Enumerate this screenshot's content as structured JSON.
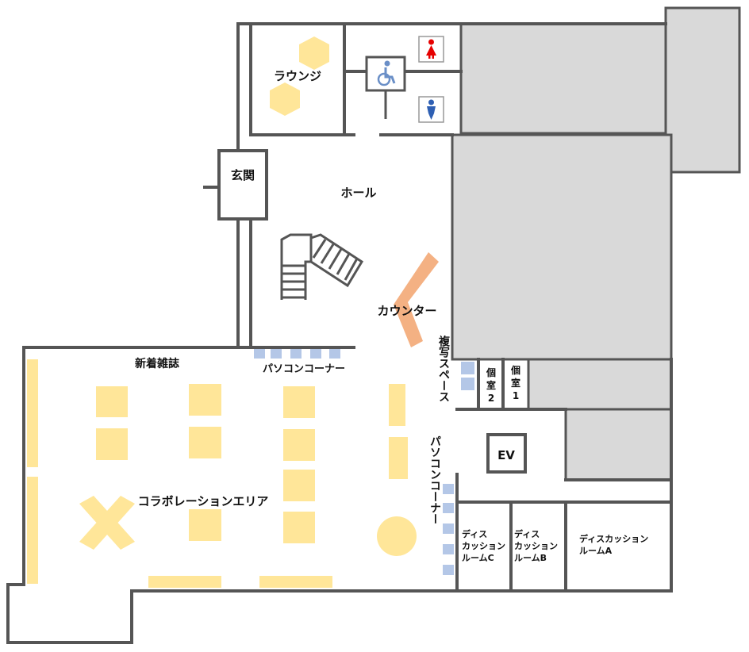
{
  "labels": {
    "lounge": "ラウンジ",
    "entrance": "玄関",
    "hall": "ホール",
    "counter": "カウンター",
    "new_magazines": "新着雑誌",
    "pc_corner_top": "パソコンコーナー",
    "pc_corner_side": "パソコンコーナー",
    "collab_area": "コラボレーションエリア",
    "copy_space": "複写スペース",
    "private_room_2": [
      "個",
      "室",
      "2"
    ],
    "private_room_1": [
      "個",
      "室",
      "1"
    ],
    "elevator": "EV",
    "discussion_c": [
      "ディス",
      "カッション",
      "ルームC"
    ],
    "discussion_b": [
      "ディス",
      "カッション",
      "ルームB"
    ],
    "discussion_a": [
      "ディスカッション",
      "ルームA"
    ]
  },
  "colors": {
    "wall": "#555555",
    "restricted_area": "#d9d9d9",
    "furniture": "#ffe699",
    "pc_desk": "#b4c7e7",
    "counter": "#f4b183",
    "female_restroom": "#e60000",
    "male_restroom": "#2e5fb3",
    "accessible_restroom": "#6a8fc7"
  },
  "icons": {
    "female_restroom": "female-restroom-icon",
    "male_restroom": "male-restroom-icon",
    "accessible_restroom": "wheelchair-icon"
  }
}
